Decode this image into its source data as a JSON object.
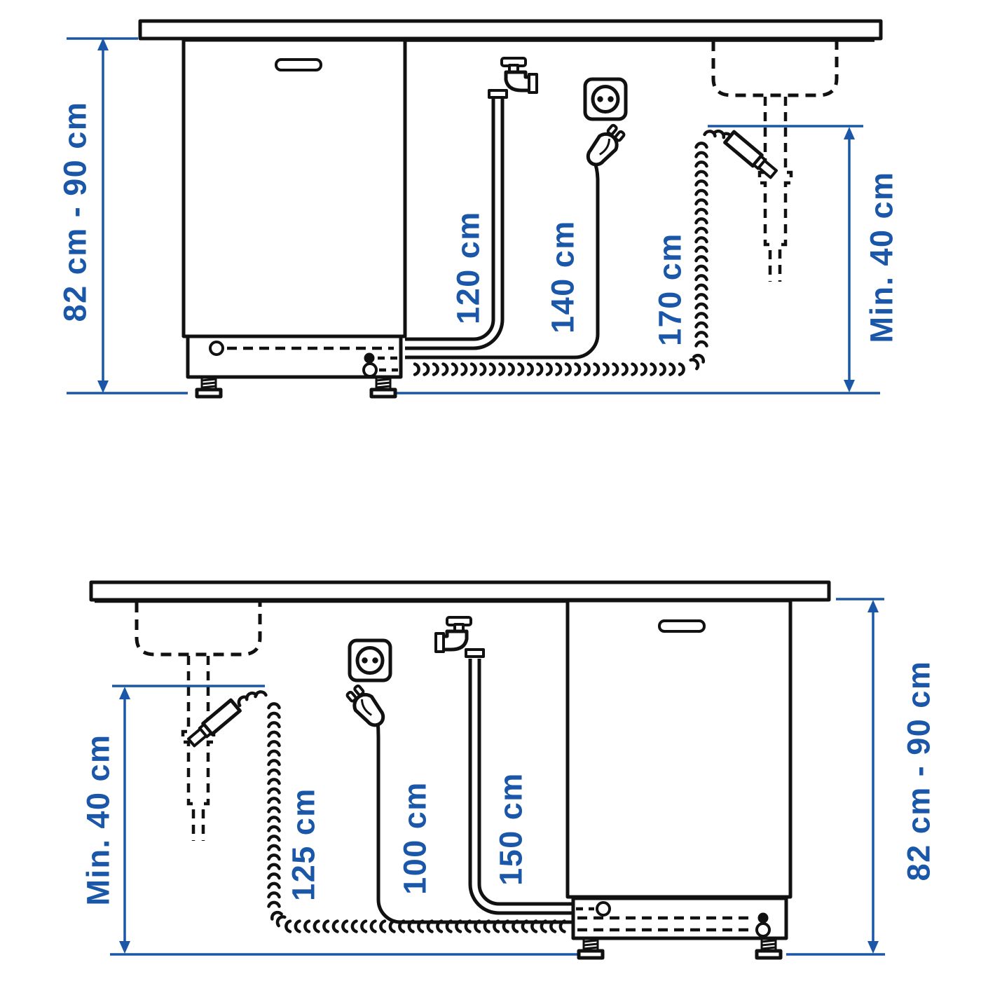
{
  "colors": {
    "accent": "#1b57a8",
    "line": "#111111",
    "background": "#ffffff"
  },
  "top_diagram": {
    "cabinet_height": "82 cm - 90 cm",
    "supply_hose_length": "120 cm",
    "power_cord_length": "140 cm",
    "drain_hose_length": "170 cm",
    "drain_connection_height": "Min. 40 cm"
  },
  "bottom_diagram": {
    "drain_connection_height": "Min. 40 cm",
    "drain_hose_length": "125 cm",
    "power_cord_length": "100 cm",
    "supply_hose_length": "150 cm",
    "cabinet_height": "82 cm - 90 cm"
  },
  "icons": {
    "faucet": "water tap with T-handle and spout",
    "outlet": "round 2-pin wall socket in square plate",
    "plug": "grounded power plug with cord",
    "sink": "dashed sink basin under countertop",
    "drain_trap": "dashed sink drain standpipe",
    "drain_hose_end": "solid angled drain hose connector",
    "leveling_foot": "adjustable screw foot under dishwasher",
    "coiled_hose": "corrugated drain hose",
    "dimension_arrow": "double-headed blue measurement arrow"
  }
}
